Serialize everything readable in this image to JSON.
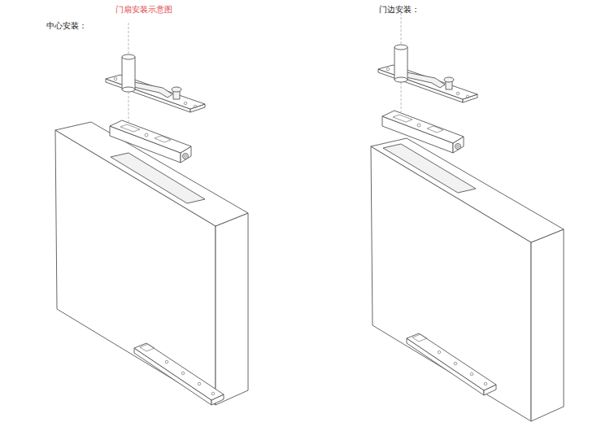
{
  "diagram": {
    "title": "门扇安装示意图",
    "labels": [
      "中心安装：",
      "门边安装："
    ]
  }
}
